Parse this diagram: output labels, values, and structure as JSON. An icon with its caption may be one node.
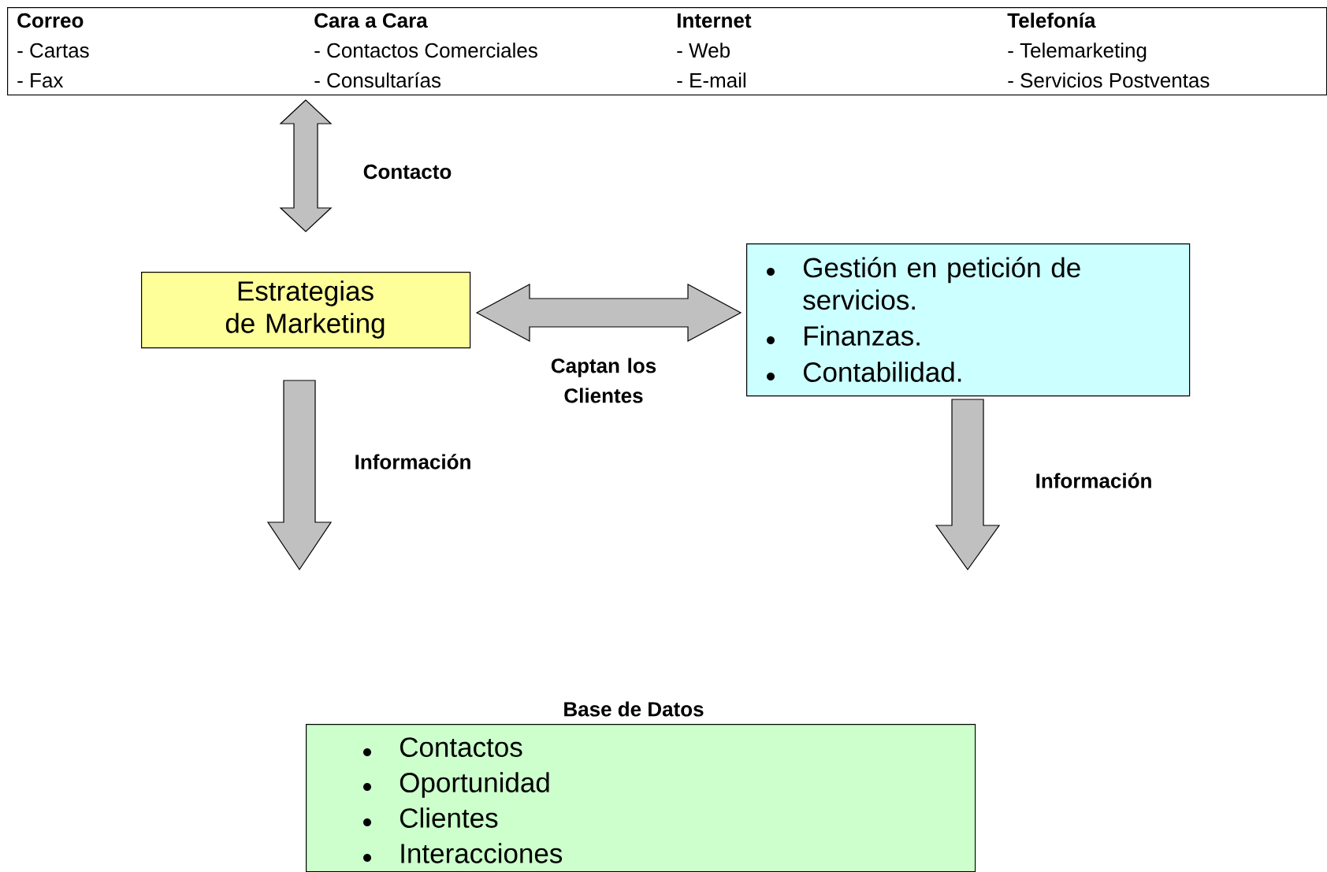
{
  "diagram": {
    "nodes": [
      {
        "text": [
          "Correo",
          "- Cartas",
          "- Fax",
          "Cara a Cara",
          "- Contactos Comerciales",
          "- Consultarías",
          "Internet",
          "- Web",
          "- E-mail",
          "Telefonía",
          "- Telemarketing",
          "- Servicios Postventas"
        ]
      },
      {
        "text": [
          "Estrategias de Marketing"
        ]
      },
      {
        "text": [
          "Gestión en petición de servicios.",
          "Finanzas.",
          "Contabilidad."
        ]
      },
      {
        "text": [
          "Base de Datos",
          "Contactos",
          "Oportunidad",
          "Clientes",
          "Interacciones"
        ]
      }
    ],
    "edges": [
      {
        "from": 0,
        "to": 1,
        "arrow": "both",
        "label": "Contacto"
      },
      {
        "from": 1,
        "to": 2,
        "arrow": "both",
        "label": "Captan los Clientes"
      },
      {
        "from": 1,
        "to": null,
        "arrow": "to",
        "label": "Información"
      },
      {
        "from": 2,
        "to": null,
        "arrow": "to",
        "label": "Información"
      }
    ]
  }
}
